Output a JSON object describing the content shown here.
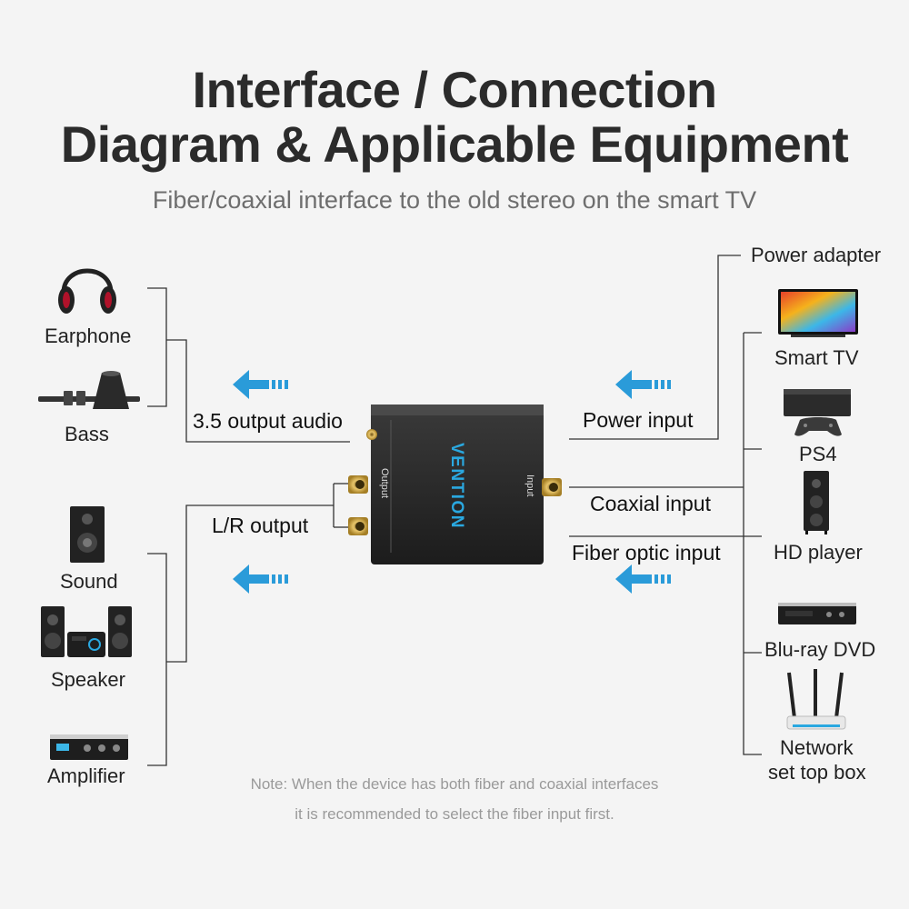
{
  "title": {
    "line1": "Interface / Connection",
    "line2": "Diagram & Applicable Equipment"
  },
  "subtitle": "Fiber/coaxial interface to the old stereo on the smart TV",
  "left_devices": {
    "earphone": "Earphone",
    "bass": "Bass",
    "sound": "Sound",
    "speaker": "Speaker",
    "amplifier": "Amplifier"
  },
  "ports": {
    "audio_out": "3.5 output audio",
    "lr_out": "L/R output",
    "power_in": "Power input",
    "coaxial_in": "Coaxial input",
    "fiber_in": "Fiber optic input"
  },
  "device": {
    "brand": "VENTION",
    "output_label": "Output",
    "input_label": "Input"
  },
  "right_devices": {
    "power_adapter": "Power adapter",
    "smart_tv": "Smart TV",
    "ps4": "PS4",
    "hd_player": "HD player",
    "bluray": "Blu-ray DVD",
    "network_line1": "Network",
    "network_line2": "set top box"
  },
  "note": {
    "line1": "Note: When the device has both fiber and coaxial interfaces",
    "line2": "it is recommended to select the fiber input first."
  },
  "colors": {
    "arrow": "#2a9bd9",
    "line": "#333333",
    "brand": "#2aa8e0",
    "gold": "#c9a341"
  }
}
